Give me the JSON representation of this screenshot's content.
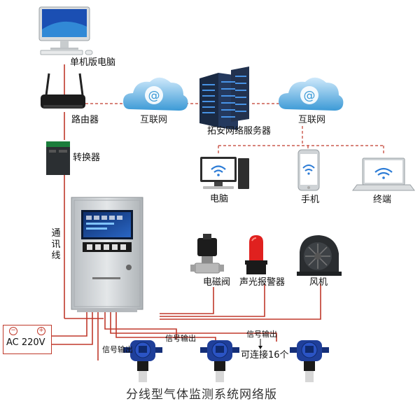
{
  "labels": {
    "pc_top": "单机版电脑",
    "router": "路由器",
    "internet_left": "互联网",
    "server": "拓安网络服务器",
    "internet_right": "互联网",
    "converter": "转换器",
    "pc": "电脑",
    "phone": "手机",
    "terminal": "终端",
    "comm_line": "通讯线",
    "solenoid": "电磁阀",
    "alarm": "声光报警器",
    "fan": "风机",
    "ac": "AC 220V",
    "ac_minus": "−",
    "ac_plus": "+",
    "sig1": "信号输出",
    "sig2": "信号输出",
    "sig3": "信号输出",
    "connect": "可连接16个",
    "title": "分线型气体监测系统网络版"
  },
  "colors": {
    "wire": "#c0392b",
    "cloud": "#3c9ad6",
    "cabinet": "#cfd3d6",
    "detector": "#1f3f9a"
  },
  "icons": [
    "desktop-monitor-icon",
    "router-icon",
    "cloud-at-icon",
    "server-rack-icon",
    "converter-icon",
    "wifi-pc-icon",
    "wifi-phone-icon",
    "wifi-laptop-icon",
    "control-cabinet-icon",
    "solenoid-valve-icon",
    "beacon-icon",
    "blower-fan-icon",
    "gas-detector-icon"
  ]
}
